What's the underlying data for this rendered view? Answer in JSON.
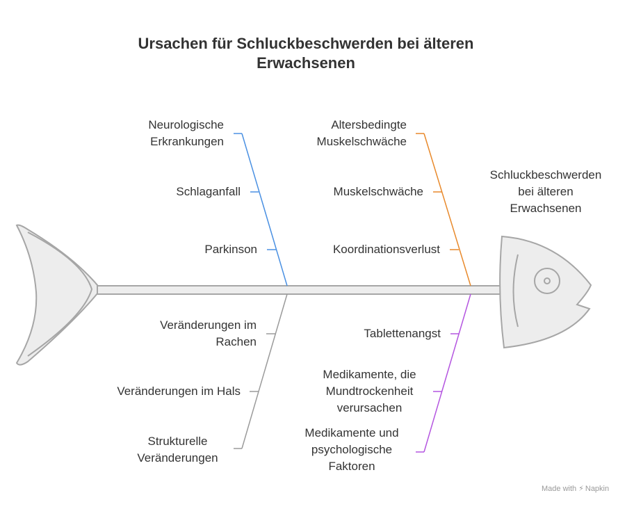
{
  "title": {
    "line1": "Ursachen für Schluckbeschwerden bei älteren",
    "line2": "Erwachsenen"
  },
  "effect": {
    "line1": "Schluckbeschwerden",
    "line2": "bei älteren",
    "line3": "Erwachsenen"
  },
  "categories": [
    {
      "color": "#4a90e2",
      "causes": [
        {
          "line1": "Neurologische",
          "line2": "Erkrankungen"
        },
        {
          "line1": "Schlaganfall"
        },
        {
          "line1": "Parkinson"
        }
      ]
    },
    {
      "color": "#e8892b",
      "causes": [
        {
          "line1": "Altersbedingte",
          "line2": "Muskelschwäche"
        },
        {
          "line1": "Muskelschwäche"
        },
        {
          "line1": "Koordinationsverlust"
        }
      ]
    },
    {
      "color": "#9a9a9a",
      "causes": [
        {
          "line1": "Veränderungen im",
          "line2": "Rachen"
        },
        {
          "line1": "Veränderungen im Hals"
        },
        {
          "line1": "Strukturelle",
          "line2": "Veränderungen"
        }
      ]
    },
    {
      "color": "#b455e0",
      "causes": [
        {
          "line1": "Tablettenangst"
        },
        {
          "line1": "Medikamente, die",
          "line2": "Mundtrockenheit",
          "line3": "verursachen"
        },
        {
          "line1": "Medikamente und",
          "line2": "psychologische",
          "line3": "Faktoren"
        }
      ]
    }
  ],
  "footer": {
    "made_with": "Made with",
    "brand": "Napkin",
    "icon": "napkin-logo-icon"
  }
}
